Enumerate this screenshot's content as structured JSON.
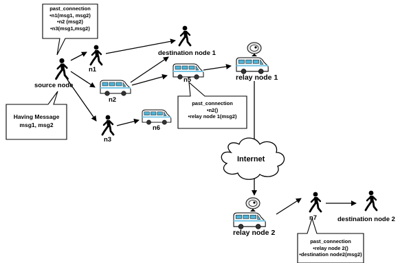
{
  "nodes": {
    "source": "source node",
    "n1": "n1",
    "n2": "n2",
    "n3": "n3",
    "n5": "n5",
    "n6": "n6",
    "n7": "n7",
    "destination1": "destination node 1",
    "destination2": "destination node 2",
    "relay1": "relay node 1",
    "relay2": "relay node 2"
  },
  "internet": "Internet",
  "callouts": {
    "source_past": {
      "title": "past_connection",
      "lines": [
        "•n1(msg1, msg2)",
        "•n2 (msg2)",
        "•n3(msg1,msg2)"
      ]
    },
    "having_message": {
      "lines": [
        "Having Message",
        "msg1, msg2"
      ]
    },
    "n5_past": {
      "title": "past_connection",
      "lines": [
        "•n2()",
        "•relay node 1(msg2)"
      ]
    },
    "n7_past": {
      "title": "past_connection",
      "lines": [
        "•relay node 2()",
        "•destination node2(msg2)"
      ]
    }
  }
}
